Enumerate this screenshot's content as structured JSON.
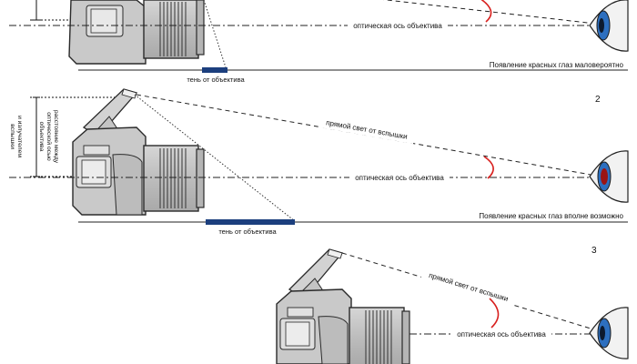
{
  "labels": {
    "optical_axis": "оптическая ось объектива",
    "direct_flash_light": "прямой свет от вспышки",
    "lens_shadow": "тень от объектива",
    "red_eye_unlikely": "Появление красных глаз маловероятно",
    "red_eye_possible": "Появление красных глаз вполне возможно",
    "distance_caption": [
      "расстояние между",
      "оптической осью",
      "объектива",
      "и излучателем",
      "вспышки"
    ]
  },
  "diagrams": [
    {
      "number": ""
    },
    {
      "number": "2"
    },
    {
      "number": "3"
    }
  ],
  "colors": {
    "camera_body": "#c9c9c9",
    "camera_stroke": "#2a2a2a",
    "shadow_bar": "#1c3f7e",
    "red_arc": "#d8201e",
    "eye_iris": "#2d6fbf",
    "eye_pupil_red": "#9a1414"
  }
}
